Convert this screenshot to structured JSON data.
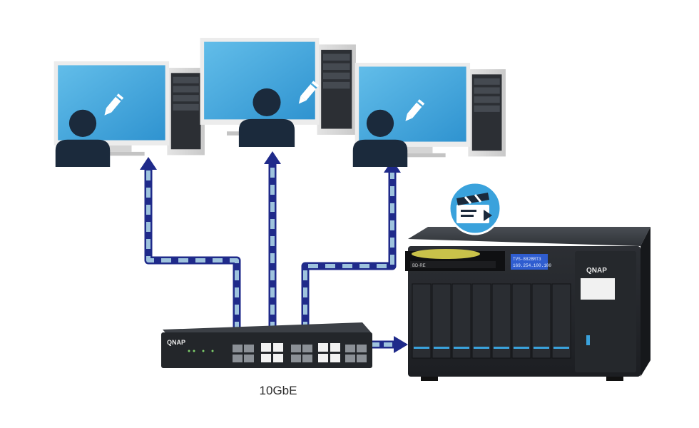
{
  "caption": "10GbE",
  "switch": {
    "brand": "QNAP"
  },
  "nas": {
    "brand": "QNAP",
    "lcd_line1": "TVS-882BRT3",
    "lcd_line2": "169.254.100.100",
    "drive_label": "BD-RE"
  },
  "colors": {
    "link": "#1f2a8a",
    "link_dash": "#9ec3dd",
    "screen": "#3aa2dc",
    "user": "#1b2a3c",
    "badge": "#3aa2dc",
    "device_body": "#2a2d31"
  },
  "icons": [
    "workstation-icon",
    "user-silhouette-icon",
    "pencil-icon",
    "video-clapper-icon",
    "network-switch-icon",
    "nas-icon"
  ]
}
